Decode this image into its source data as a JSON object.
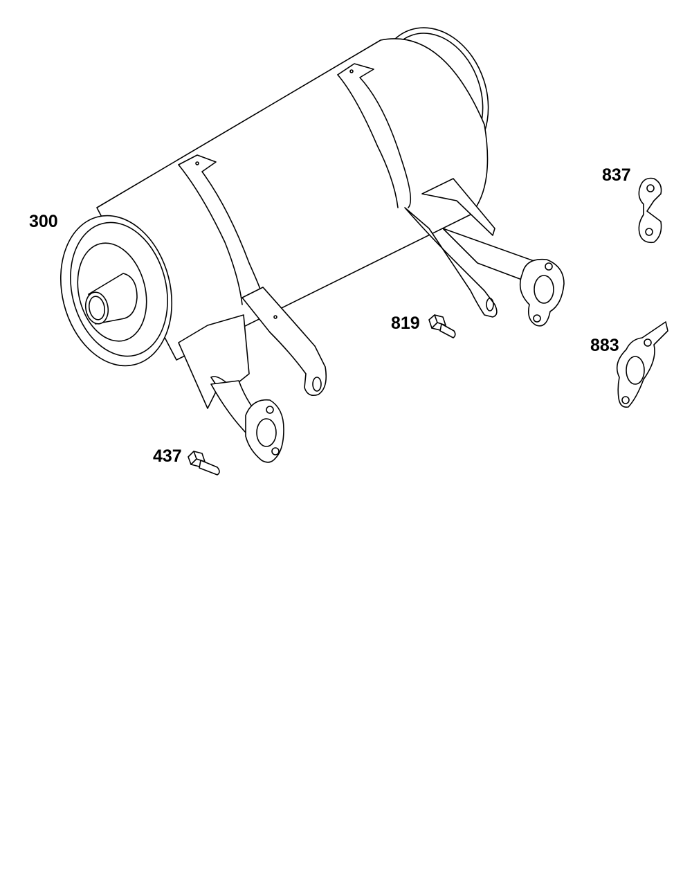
{
  "parts": [
    {
      "callout": "300",
      "icon": "muffler-icon"
    },
    {
      "callout": "837",
      "icon": "lock-plate-icon"
    },
    {
      "callout": "819",
      "icon": "screw-icon"
    },
    {
      "callout": "883",
      "icon": "gasket-icon"
    },
    {
      "callout": "437",
      "icon": "screw-icon"
    }
  ],
  "colors": {
    "line": "#000000",
    "background": "#ffffff"
  }
}
